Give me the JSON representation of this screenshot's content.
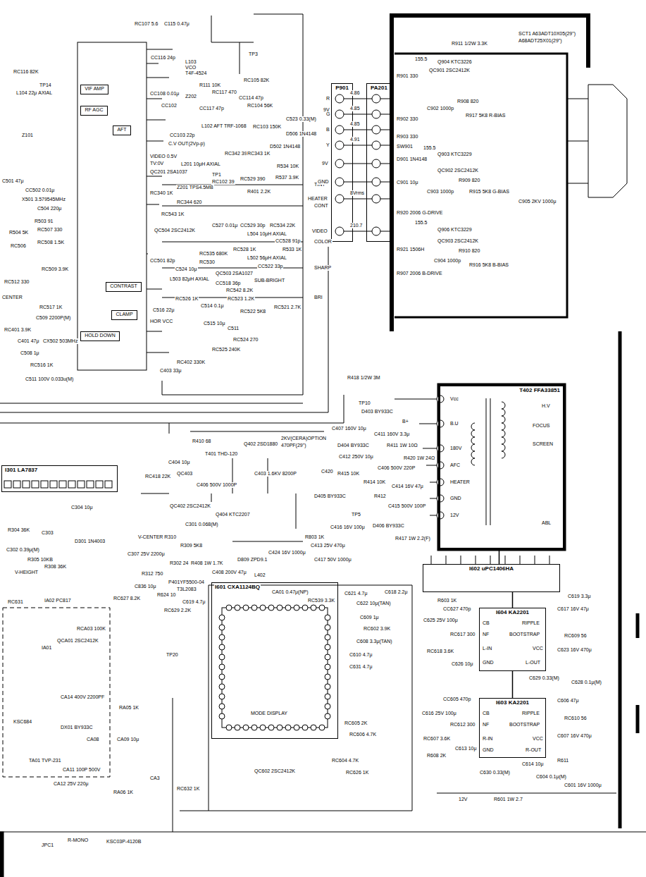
{
  "diagram": {
    "nodes": [
      {
        "text": [
          "T402 FFA33851"
        ]
      },
      {
        "text": [
          "I602 uPC1406HA"
        ]
      },
      {
        "text": [
          "I604 KA2201"
        ]
      },
      {
        "text": [
          "I603 KA2201"
        ]
      },
      {
        "text": [
          "I601 CXA1124BQ"
        ]
      },
      {
        "text": [
          "I301 LA7837"
        ]
      },
      {
        "text": [
          "P901"
        ]
      },
      {
        "text": [
          "PA201"
        ]
      },
      {
        "text": [
          "VIF AMP"
        ]
      },
      {
        "text": [
          "RF AGC"
        ]
      },
      {
        "text": [
          "AFT"
        ]
      },
      {
        "text": [
          "CONTRAST"
        ]
      },
      {
        "text": [
          "CLAMP"
        ]
      },
      {
        "text": [
          "HOLD DOWN"
        ]
      }
    ],
    "edges": [
      {
        "from": 0,
        "to": 1,
        "arrow": "none"
      },
      {
        "from": 1,
        "to": 2,
        "arrow": "none"
      },
      {
        "from": 2,
        "to": 3,
        "arrow": "none"
      }
    ],
    "labels": [
      "RC107 5.6",
      "C115 0.47μ",
      "L103",
      "VCO",
      "T4F-4524",
      "TP3",
      "RC105 82K",
      "CC116 24p",
      "R111 10K",
      "CC108 0.01μ",
      "Z202",
      "RC117 470",
      "CC114 47p",
      "RC104 56K",
      "CC102",
      "CC117 47p",
      "L102 AFT TRF-1068",
      "CC103 22p",
      "RC103 150K",
      "C523 0.33(M)",
      "9V",
      "D506 1N4148",
      "C.V OUT(2Vp-p)",
      "VIDEO 0.5V",
      "TV:0V",
      "QC201 2SA1037",
      "L201 10μH AXIAL",
      "RC342 39",
      "RC343 1K",
      "D502 1N4148",
      "R534 10K",
      "R537 3.9K",
      "TP1",
      "RC102 39",
      "RC529 390",
      "RC340 1K",
      "Z201 TPS4.5MB",
      "RC344 620",
      "R401 2.2K",
      "TINT",
      "CONT",
      "COLOR",
      "SHARP",
      "BRI",
      "RC543 1K",
      "QC504 2SC2412K",
      "C527 0.01μ",
      "CC529 30p",
      "L504 10μH AXIAL",
      "RC534 22K",
      "CC528 91p",
      "RC535 680K",
      "RC528 1K",
      "L502 56μH AXIAL",
      "CC522 33p",
      "R533 1K",
      "QC503 2SA1027",
      "RC530",
      "C524 10μ",
      "CC501 82p",
      "L503 82μH AXIAL",
      "CC518 36p",
      "RC542 8.2K",
      "SUB-BRIGHT",
      "RC523 1.2K",
      "RC522 5K8",
      "RC521 2.7K",
      "C514 0.1μ",
      "RC526 1K",
      "C516 22μ",
      "HOR VCC",
      "C515 10μ",
      "C511",
      "RC525 240K",
      "RC524 270",
      "C403 33μ",
      "RC402 330K",
      "RC116 82K",
      "TP14",
      "L104 22μ AXIAL",
      "Z101",
      "C501 47μ",
      "CC502 0.01μ",
      "X501 3.579545MHz",
      "C504 220μ",
      "R503 91",
      "R504 5K",
      "RC507 330",
      "RC508 1.5K",
      "RC506",
      "RC509 3.9K",
      "RC512 330",
      "CENTER",
      "RC517 1K",
      "C509 2200P(M)",
      "RC401 3.9K",
      "C401 47μ",
      "CX502 503MHz",
      "C508 1μ",
      "RC516 1K",
      "C511 100V 0.033u(M)",
      "R410 68",
      "T401 THD-120",
      "Q402 2SD1880",
      "2KV(CERA)OPTION",
      "470PF(29\")",
      "R418 1/2W 3M",
      "C403 1.6KV 8200P",
      "C420",
      "RC418 22K",
      "QC403",
      "C404 10μ",
      "C406 500V 1000P",
      "QC402 2SC2412K",
      "Q404 KTC2207",
      "C301 0.068(M)",
      "V-CENTER R310",
      "R309 5K8",
      "C307 25V 2200μ",
      "R302 24",
      "R312 750",
      "P401YF5500-04",
      "R408 1W 1.7K",
      "C408 200V 47μ",
      "L402",
      "T3L2083",
      "C424 16V 1000μ",
      "D809 ZPD9.1",
      "R803 1K",
      "V-HEIGHT",
      "R304 36K",
      "C303",
      "C304 10μ",
      "D301 1N4003",
      "R305 10KB",
      "R308 36K",
      "C302 0.39μ(M)",
      "TP10",
      "D403 BY933C",
      "C407 160V 10μ",
      "C411 160V 3.3μ",
      "B+",
      "D404 BY933C",
      "R411 1W 10Ω",
      "C412 250V 10μ",
      "C406 500V 220P",
      "R420 1W 24Ω",
      "R415 10K",
      "R414 10K",
      "C414 16V 47μ",
      "D405 BY933C",
      "R412",
      "C415 500V 100P",
      "TP5",
      "D406 BY933C",
      "C416 16V 100μ",
      "R417 1W 2.2(F)",
      "C413 25V 470μ",
      "C417 50V 1000μ",
      "Vcc",
      "B.U",
      "180V",
      "AFC",
      "HEATER",
      "GND",
      "12V",
      "H.V",
      "FOCUS",
      "SCREEN",
      "ABL",
      "R603 1K",
      "C619 3.3μ",
      "CC627 470p",
      "C625 25V 100μ",
      "RC617 300",
      "RC618 3.6K",
      "C626 10μ",
      "C617 16V 47μ",
      "RC609 56",
      "C623 16V 470μ",
      "C629 0.33(M)",
      "C628 0.1μ(M)",
      "CB",
      "NF",
      "L-IN",
      "GND",
      "RIPPLE",
      "BOOTSTRAP",
      "VCC",
      "L-OUT",
      "CB",
      "NF",
      "R-IN",
      "GND",
      "RIPPLE",
      "BOOTSTRAP",
      "VCC",
      "R-OUT",
      "CC605 470p",
      "C616 25V 100μ",
      "RC612 300",
      "RC607 3.6K",
      "C613 10μ",
      "R608 2K",
      "C606 47μ",
      "RC610 56",
      "C614 10μ",
      "C630 0.33(M)",
      "R611",
      "C607 16V 470μ",
      "C604 0.1μ(M)",
      "C601 16V 1000μ",
      "R601 1W 2.7",
      "12V",
      "CA01 0.47μ(NP)",
      "RC539 3.3K",
      "C621 4.7μ",
      "C622 10μ(TAN)",
      "C618 2.2μ",
      "C609 1μ",
      "RC602 3.9K",
      "C608 3.3μ(TAN)",
      "C610 4.7μ",
      "C631 4.7μ",
      "RC605 2K",
      "RC606 4.7K",
      "RC604 4.7K",
      "QC602 2SC2412K",
      "MODE DISPLAY",
      "RC626 1K",
      "RC631",
      "IA02 PC817",
      "IA01",
      "QCA01 2SC2412K",
      "RCA03 100K",
      "KSC684",
      "TA01 TVP-231",
      "CA11 100P 500V",
      "CA12 25V 220μ",
      "DX01 BY933C",
      "CA08",
      "CA09 10μ",
      "RA05 1K",
      "CA14 400V 2200PF",
      "C836 10μ",
      "RC627 8.2K",
      "R624 10",
      "RC629 2.2K",
      "C619 4.7μ",
      "TP20",
      "RC632 1K",
      "CA3",
      "RA06 1K",
      "JPC1",
      "R-MONO",
      "KSC03P-4120B",
      "R",
      "G",
      "B",
      "Y",
      "9V",
      "GND",
      "HEATER",
      "VIDEO",
      "4.86",
      "4.85",
      "4.85",
      "4.91",
      "8Vrms",
      "210.7",
      "R911 1/2W 3.3K",
      "SCT1 A63ADT10X05(29\")",
      "A68ADT25X01(29\")",
      "155.5",
      "QC901 2SC2412K",
      "R901 330",
      "Q904 KTC3226",
      "R908 820",
      "R917 5K8 R-BIAS",
      "C902 1000p",
      "R902 330",
      "R903 330",
      "SW901",
      "D901 1N4148",
      "155.5",
      "Q903 KTC3229",
      "QC902 2SC2412K",
      "R909 820",
      "C901 10μ",
      "C903 1000p",
      "R915 5K8 G-BIAS",
      "R920 2006 G-DRIVE",
      "155.5",
      "Q906 KTC3229",
      "QC903 2SC2412K",
      "R910 820",
      "C904 1000p",
      "R916 5K8 B-BIAS",
      "R921 1506H",
      "R907 2006 B-DRIVE",
      "C905 2KV 1000μ"
    ]
  }
}
